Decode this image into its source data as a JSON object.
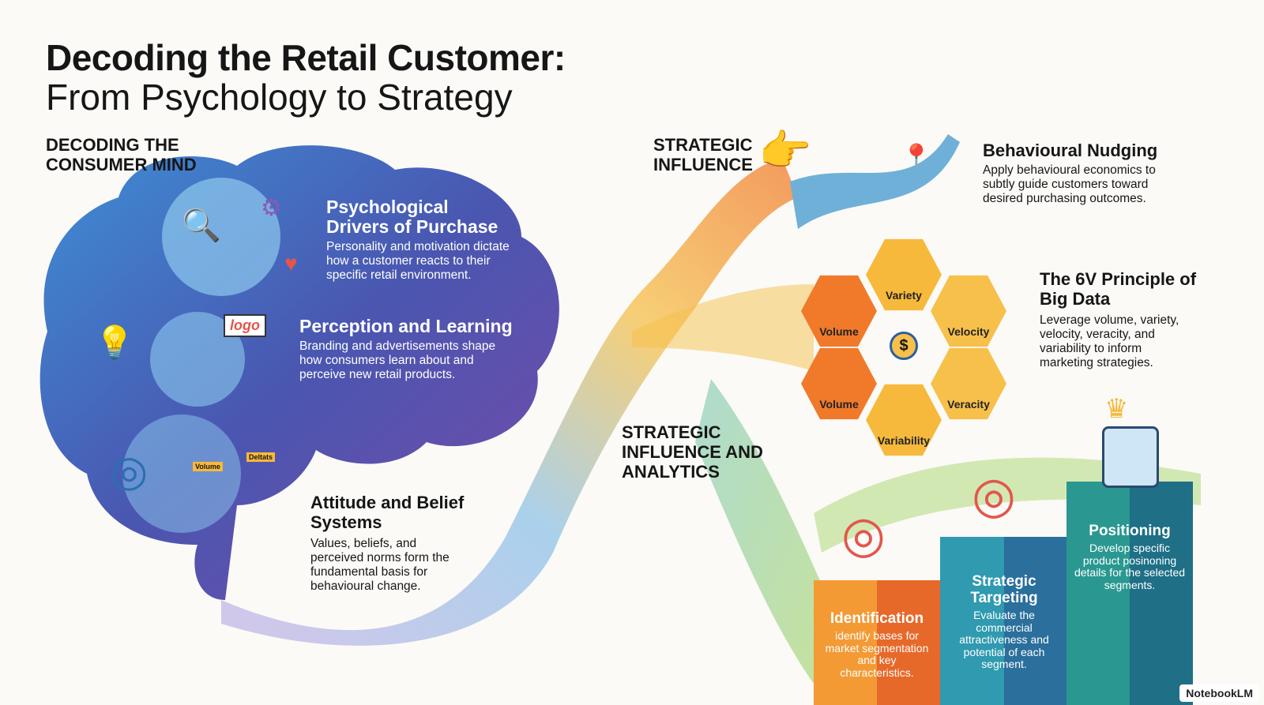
{
  "title": {
    "line1": "Decoding the Retail Customer:",
    "line2": "From Psychology to Strategy"
  },
  "sections": {
    "mind": "Decoding the Consumer Mind",
    "influence": "Strategic Influence",
    "analytics": "Strategic Influence and Analytics"
  },
  "mind_items": [
    {
      "title": "Psychological Drivers of Purchase",
      "desc": "Personality and motivation dictate how a customer reacts to their specific retail environment."
    },
    {
      "title": "Perception and Learning",
      "desc": "Branding and advertisements shape how consumers learn about and perceive new retail products."
    },
    {
      "title": "Attitude and Belief Systems",
      "desc": "Values, beliefs, and perceived norms form the fundamental basis for behavioural change."
    }
  ],
  "icon_labels": {
    "logo": "logo",
    "scale_left": "Volume",
    "scale_right": "Deltats"
  },
  "nudging": {
    "title": "Behavioural Nudging",
    "desc": "Apply behavioural economics to subtly guide customers toward desired purchasing outcomes."
  },
  "bigdata": {
    "title": "The 6V Principle of Big Data",
    "desc": "Leverage volume, variety, velocity, veracity, and variability to inform marketing strategies.",
    "hexes": [
      "Variety",
      "Volume",
      "Velocity",
      "Volume",
      "Veracity",
      "Variability"
    ],
    "center": "$"
  },
  "pillars": [
    {
      "title": "Identification",
      "desc": "identify bases for market segmentation and key characteristics."
    },
    {
      "title": "Strategic Targeting",
      "desc": "Evaluate the commercial attractiveness and potential of each segment."
    },
    {
      "title": "Positioning",
      "desc": "Develop specific product posinoning details for the selected segments."
    }
  ],
  "colors": {
    "brain": "#4a5bb5",
    "orange": "#f07a2a",
    "teal": "#2a8ea0",
    "yellow": "#f6b93b"
  },
  "badge": "NotebookLM"
}
